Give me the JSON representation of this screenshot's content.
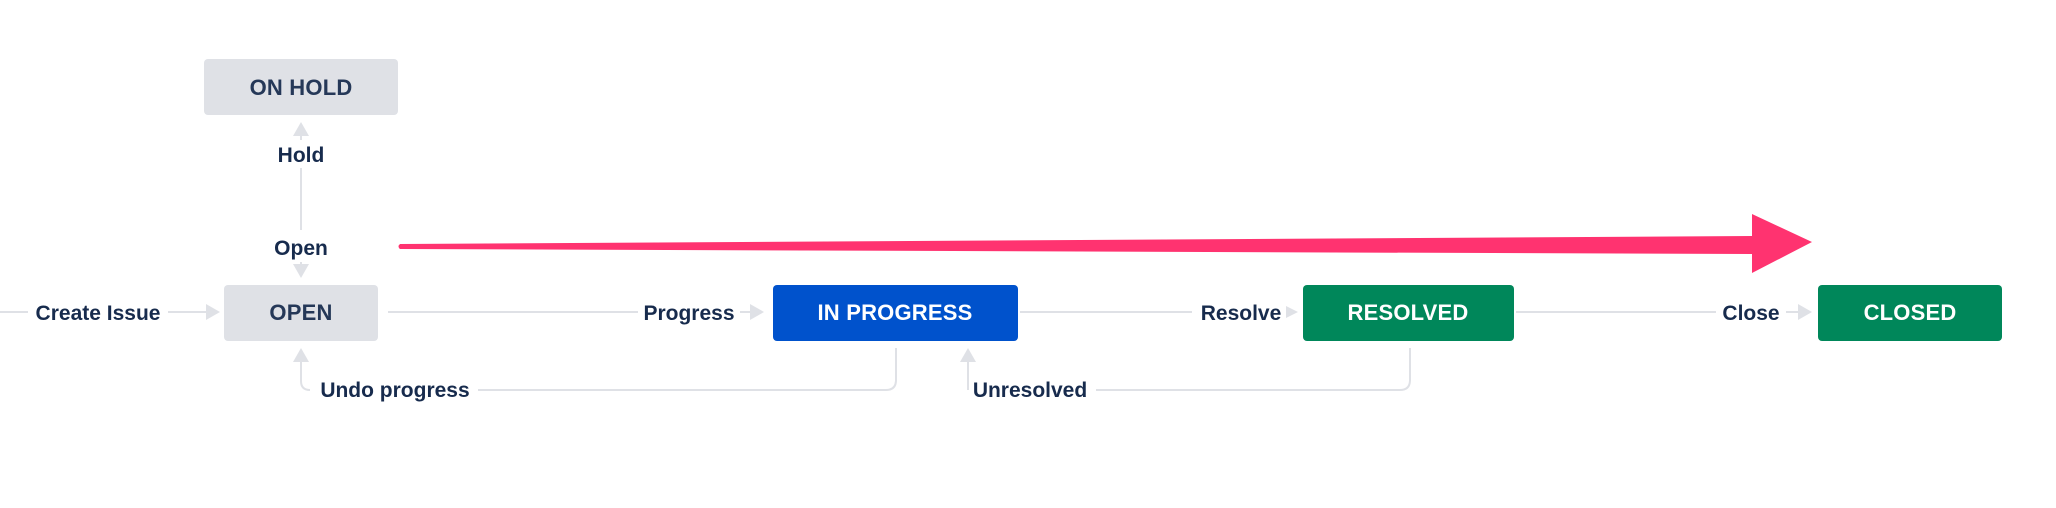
{
  "workflow": {
    "statuses": {
      "on_hold": {
        "label": "ON HOLD",
        "fill": "#dfe1e6",
        "text_color": "#253858"
      },
      "open": {
        "label": "OPEN",
        "fill": "#dfe1e6",
        "text_color": "#253858"
      },
      "in_progress": {
        "label": "IN PROGRESS",
        "fill": "#0052cc",
        "text_color": "#ffffff"
      },
      "resolved": {
        "label": "RESOLVED",
        "fill": "#00875a",
        "text_color": "#ffffff"
      },
      "closed": {
        "label": "CLOSED",
        "fill": "#00875a",
        "text_color": "#ffffff"
      }
    },
    "transitions": {
      "create_issue": "Create Issue",
      "hold": "Hold",
      "open": "Open",
      "progress": "Progress",
      "resolve": "Resolve",
      "close": "Close",
      "undo_progress": "Undo progress",
      "unresolved": "Unresolved"
    },
    "edges": [
      {
        "from": "entry",
        "to": "open",
        "label": "create_issue"
      },
      {
        "from": "open",
        "to": "on_hold",
        "label": "hold"
      },
      {
        "from": "on_hold",
        "to": "open",
        "label": "open"
      },
      {
        "from": "open",
        "to": "in_progress",
        "label": "progress"
      },
      {
        "from": "in_progress",
        "to": "open",
        "label": "undo_progress"
      },
      {
        "from": "in_progress",
        "to": "resolved",
        "label": "resolve"
      },
      {
        "from": "resolved",
        "to": "in_progress",
        "label": "unresolved"
      },
      {
        "from": "resolved",
        "to": "closed",
        "label": "close"
      }
    ]
  },
  "annotation": {
    "arrow_color": "#ff3370",
    "points_to": "closed"
  }
}
